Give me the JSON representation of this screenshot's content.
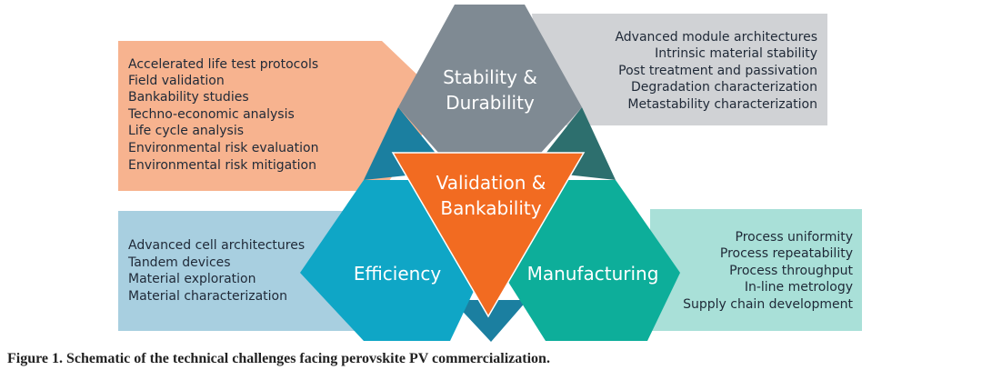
{
  "colors": {
    "stability": "#7f8a93",
    "efficiency": "#0fa6c6",
    "manufacturing": "#0dae9a",
    "validation": "#f26b21",
    "teal_dark": "#2d6f6e",
    "blue_dark": "#1b7fa0",
    "panel_orange": "#f7b38f",
    "panel_gray": "#d0d2d5",
    "panel_blue": "#a8cfe0",
    "panel_teal": "#a9e0d8"
  },
  "stability": {
    "title_line1": "Stability &",
    "title_line2": "Durability",
    "items": [
      "Advanced module architectures",
      "Intrinsic material stability",
      "Post treatment and passivation",
      "Degradation characterization",
      "Metastability characterization"
    ]
  },
  "validation": {
    "title_line1": "Validation &",
    "title_line2": "Bankability",
    "items": [
      "Accelerated life test protocols",
      "Field validation",
      "Bankability studies",
      "Techno-economic analysis",
      "Life cycle analysis",
      "Environmental risk evaluation",
      "Environmental risk mitigation"
    ]
  },
  "efficiency": {
    "title": "Efficiency",
    "items": [
      "Advanced cell architectures",
      "Tandem devices",
      "Material exploration",
      "Material characterization"
    ]
  },
  "manufacturing": {
    "title": "Manufacturing",
    "items": [
      "Process uniformity",
      "Process repeatability",
      "Process throughput",
      "In-line metrology",
      "Supply chain development"
    ]
  },
  "caption": "Figure 1. Schematic of the technical challenges facing perovskite PV commercialization."
}
